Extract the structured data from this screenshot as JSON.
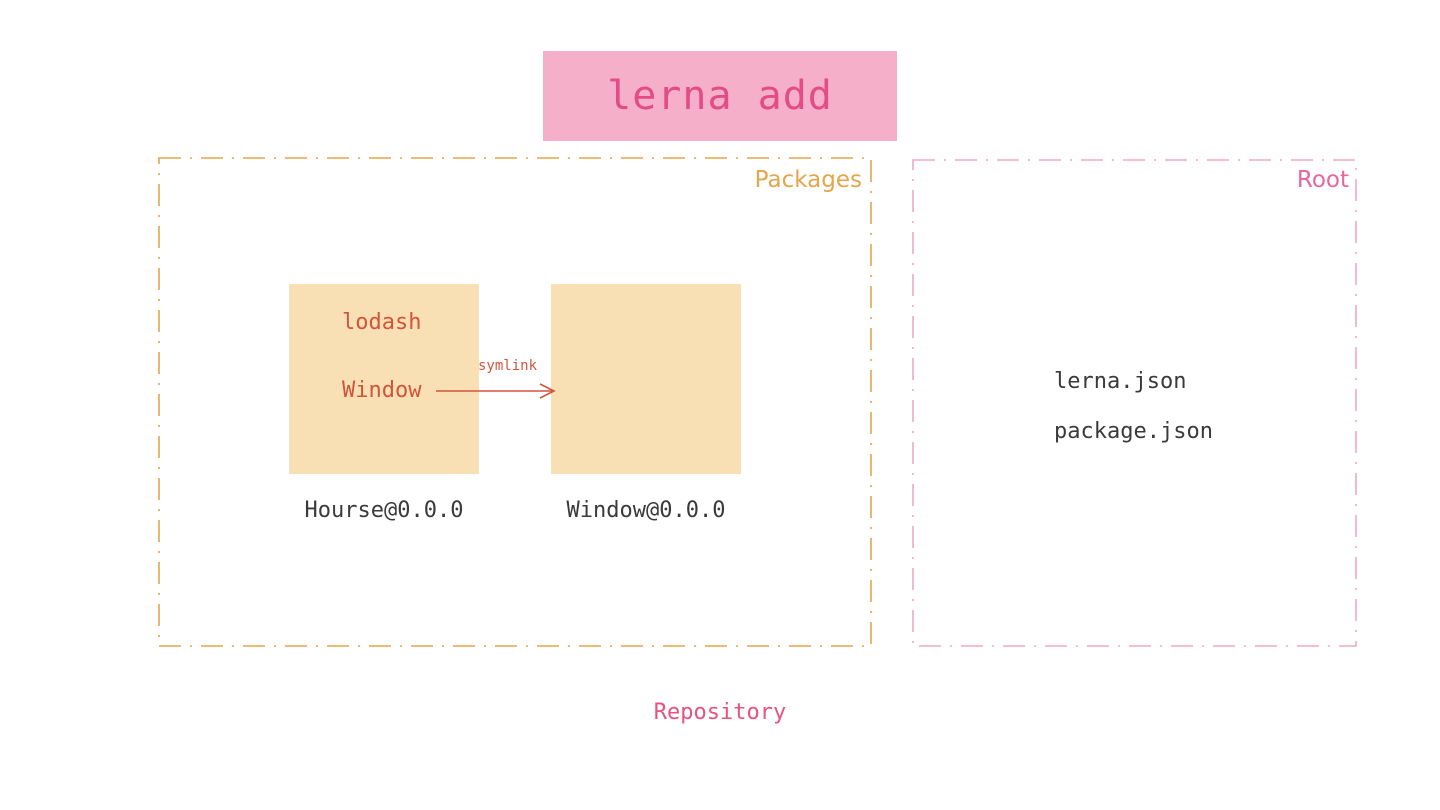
{
  "title": {
    "text": "lerna add",
    "bg_color": "#F5AFC8",
    "text_color": "#E34C84"
  },
  "panels": {
    "packages": {
      "label": "Packages",
      "border_color": "#E5A54A",
      "boxes": [
        {
          "caption": "Hourse@0.0.0",
          "fill_color": "#F9E0B4",
          "dependencies": [
            "lodash",
            "Window"
          ]
        },
        {
          "caption": "Window@0.0.0",
          "fill_color": "#F9E0B4",
          "dependencies": []
        }
      ],
      "link": {
        "label": "symlink",
        "color": "#D2553B",
        "from": "Hourse@0.0.0",
        "to": "Window@0.0.0"
      }
    },
    "root": {
      "label": "Root",
      "border_color": "#E8679B",
      "files": [
        "lerna.json",
        "package.json"
      ]
    }
  },
  "footer": {
    "caption": "Repository",
    "color": "#E8527F"
  }
}
